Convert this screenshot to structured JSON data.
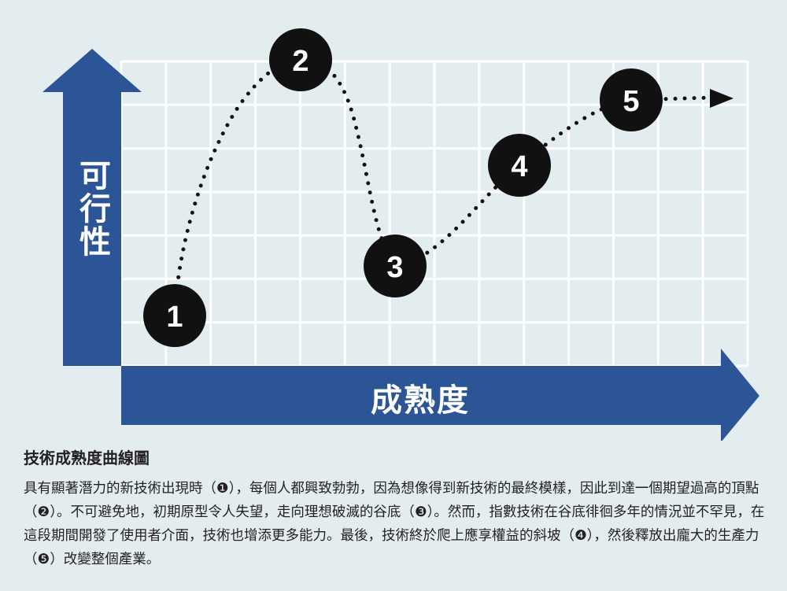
{
  "diagram": {
    "y_axis_label": "可行性",
    "x_axis_label": "成熟度",
    "stages": [
      {
        "label": "1"
      },
      {
        "label": "2"
      },
      {
        "label": "3"
      },
      {
        "label": "4"
      },
      {
        "label": "5"
      }
    ],
    "colors": {
      "background": "#e3edf0",
      "axis_arrow": "#2b5597",
      "grid": "#ffffff",
      "node": "#111111",
      "node_text": "#ffffff",
      "dotted_path": "#111111"
    }
  },
  "caption": {
    "title": "技術成熟度曲線圖",
    "body": "具有顯著潛力的新技術出現時（❶），每個人都興致勃勃，因為想像得到新技術的最終模樣，因此到達一個期望過高的頂點（❷）。不可避免地，初期原型令人失望，走向理想破滅的谷底（❸）。然而，指數技術在谷底徘徊多年的情況並不罕見，在這段期間開發了使用者介面，技術也增添更多能力。最後，技術終於爬上應享權益的斜坡（❹），然後釋放出龐大的生產力（❺）改變整個產業。"
  }
}
